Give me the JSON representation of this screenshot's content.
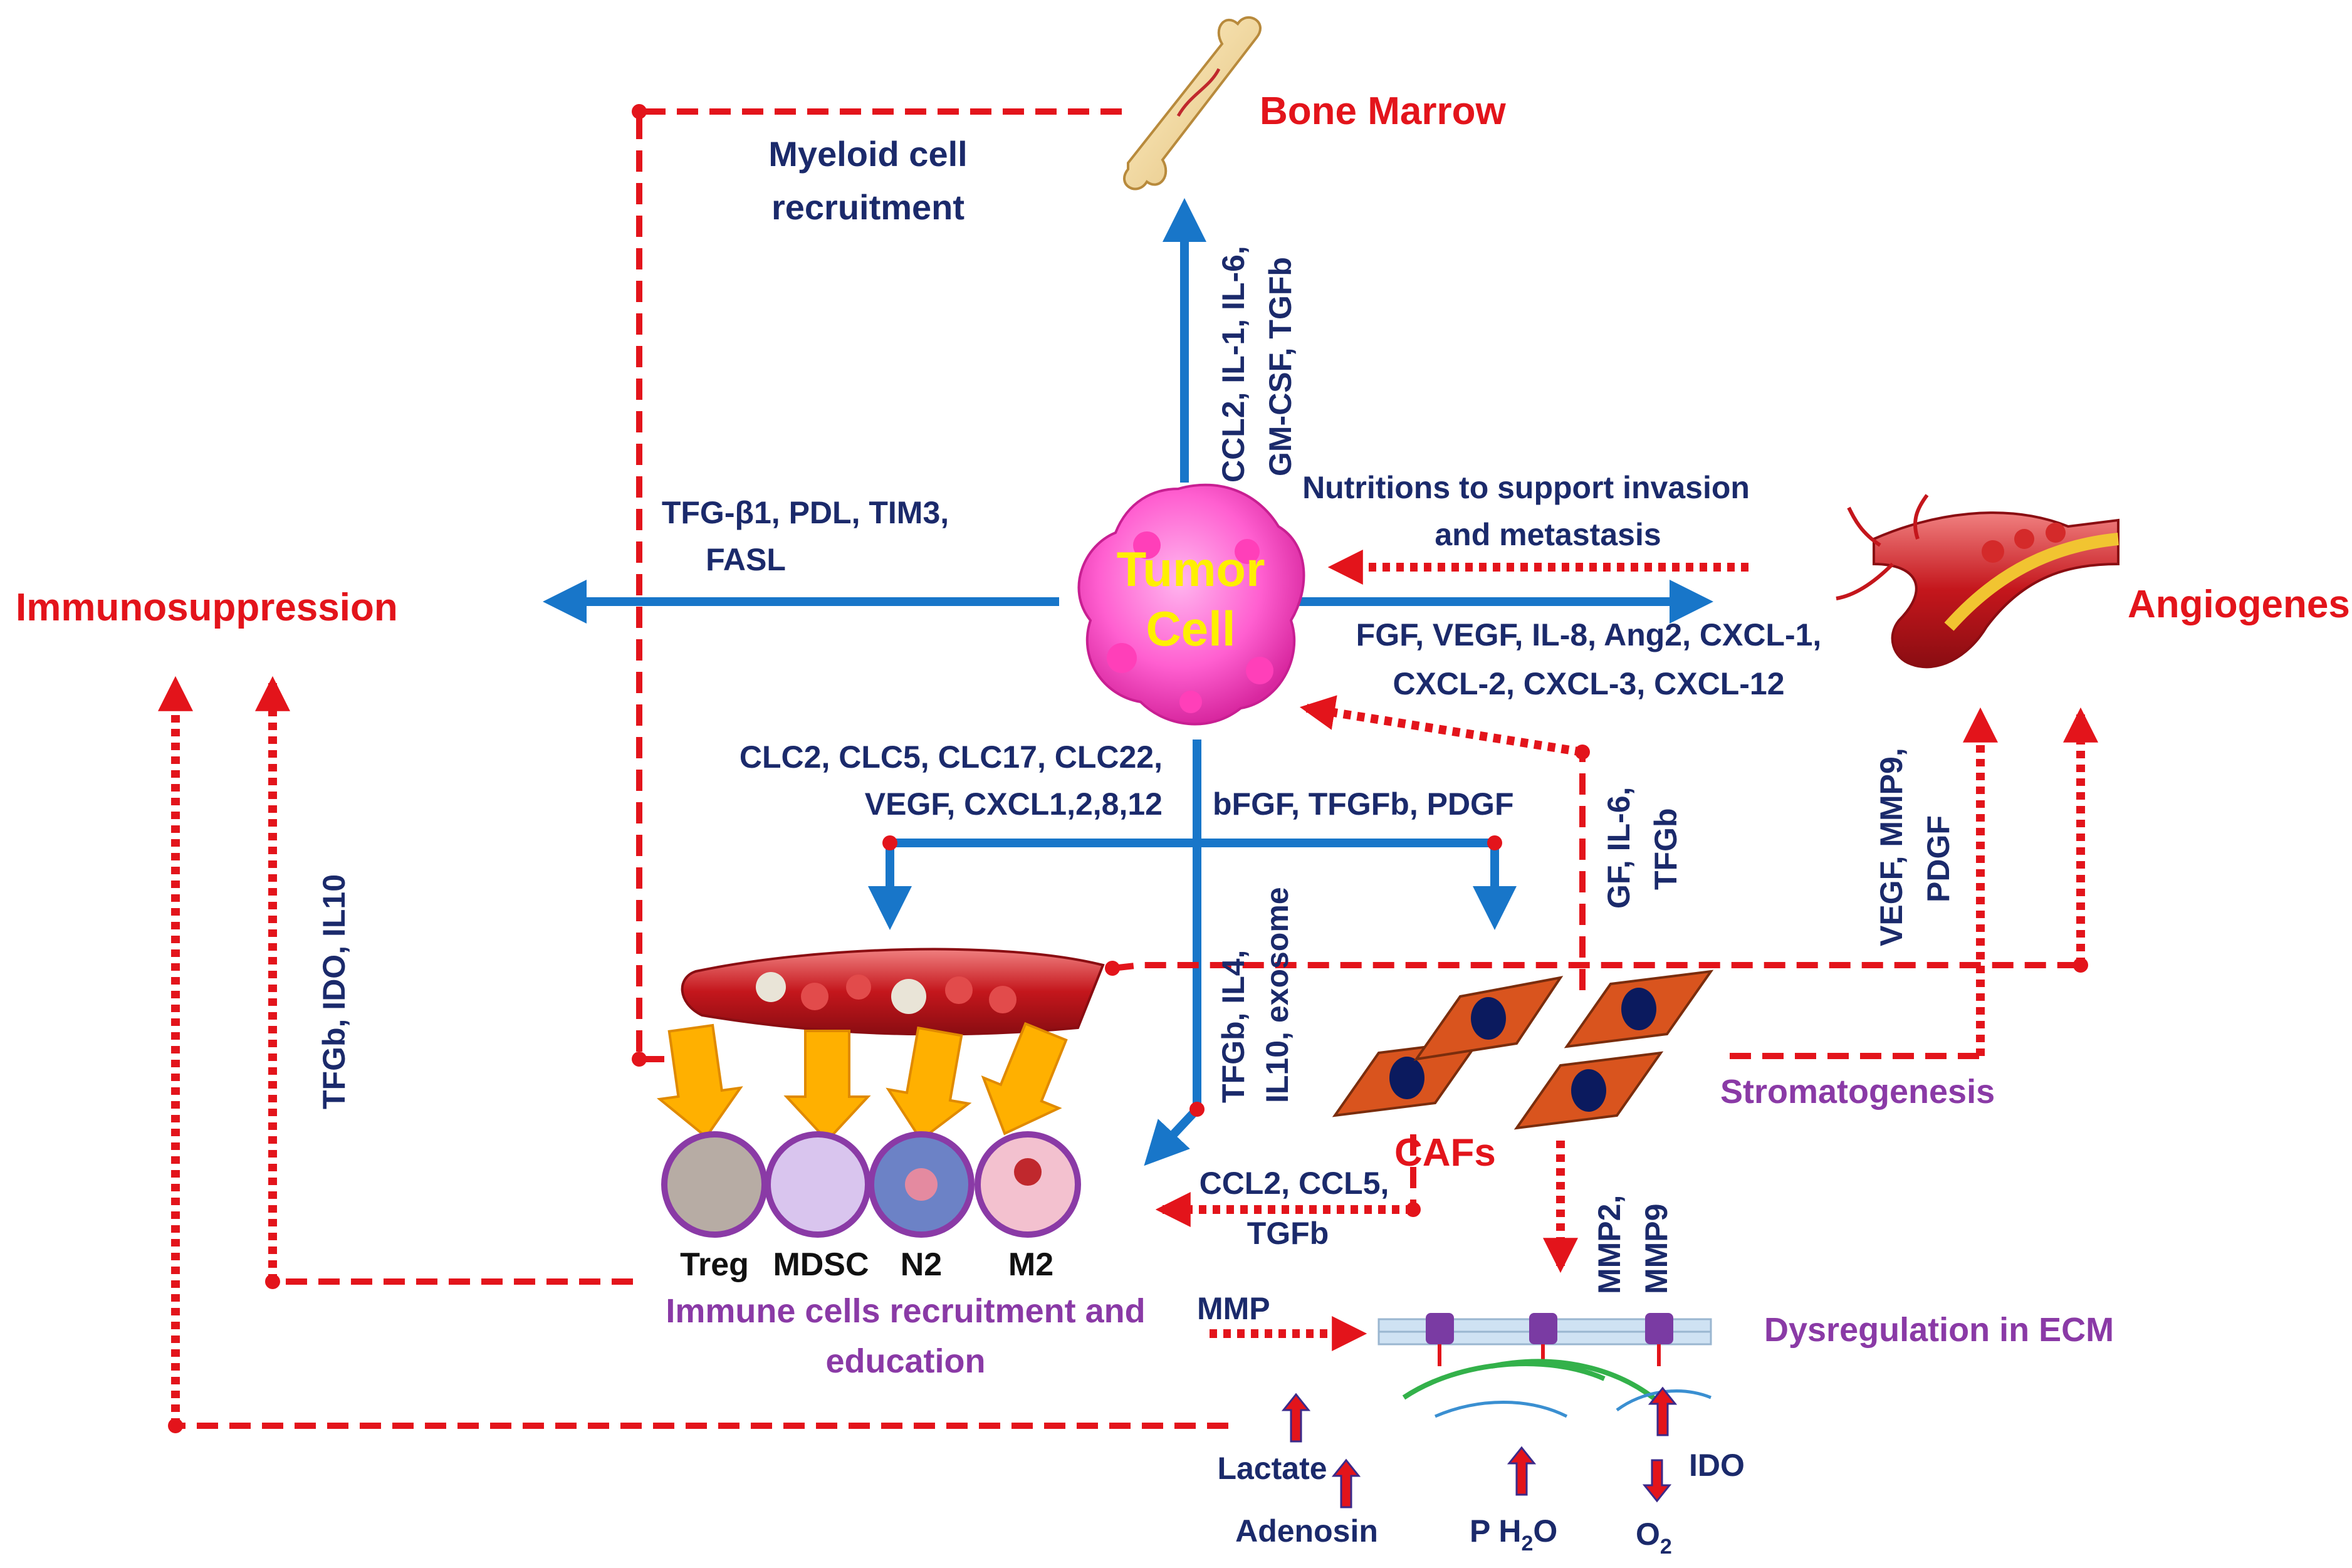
{
  "nodes": {
    "bone_marrow": "Bone Marrow",
    "angiogenesis": "Angiogenesis",
    "immunosuppression": "Immunosuppression",
    "tumor_line1": "Tumor",
    "tumor_line2": "Cell",
    "stromatogenesis": "Stromatogenesis",
    "cafs": "CAFs",
    "dysregulation": "Dysregulation in ECM",
    "immune_line1": "Immune cells recruitment and",
    "immune_line2": "education",
    "myeloid_line1": "Myeloid cell",
    "myeloid_line2": "recruitment"
  },
  "cells": [
    "Treg",
    "MDSC",
    "N2",
    "M2"
  ],
  "labels": {
    "to_bone_line1": "CCL2, IL-1, IL-6,",
    "to_bone_line2": "GM-CSF, TGFb",
    "to_immuno_line1": "TFG-β1, PDL, TIM3,",
    "to_immuno_line2": "FASL",
    "nutrition_line1": "Nutritions to support invasion",
    "nutrition_line2": "and metastasis",
    "to_angio_line1": "FGF, VEGF, IL-8, Ang2, CXCL-1,",
    "to_angio_line2": "CXCL-2, CXCL-3, CXCL-12",
    "clc_line1": "CLC2, CLC5, CLC17, CLC22,",
    "clc_line2": "VEGF, CXCL1,2,8,12",
    "bfgf": "bFGF, TFGFb, PDGF",
    "tgfb_il4_line1": "TFGb, IL4,",
    "tgfb_il4_line2": "IL10, exosome",
    "gf_il6_line1": "GF, IL-6,",
    "gf_il6_line2": "TFGb",
    "vegf_mmp9_line1": "VEGF, MMP9,",
    "vegf_mmp9_line2": "PDGF",
    "tfgb_ido": "TFGb, IDO, IL10",
    "ccl2_ccl5_line1": "CCL2, CCL5,",
    "ccl2_ccl5_line2": "TGFb",
    "mmp2_line1": "MMP2,",
    "mmp2_line2": "MMP9",
    "mmp": "MMP"
  },
  "metabolites": {
    "lactate": "Lactate",
    "adenosin": "Adenosin",
    "ph2o_p": "P H",
    "ph2o_sub": "2",
    "ph2o_o": "O",
    "o2": "O",
    "o2_sub": "2",
    "ido": "IDO"
  },
  "colors": {
    "red": "#e3141b",
    "blue": "#1876c9",
    "navy": "#1b2a6b",
    "purple": "#8a3aa6",
    "tumor": "#ff5fd0",
    "tumor_text": "#ffef00",
    "caf": "#d9541e",
    "caf_nucleus": "#0b1a5e",
    "arrow_yellow": "#ffb000"
  }
}
